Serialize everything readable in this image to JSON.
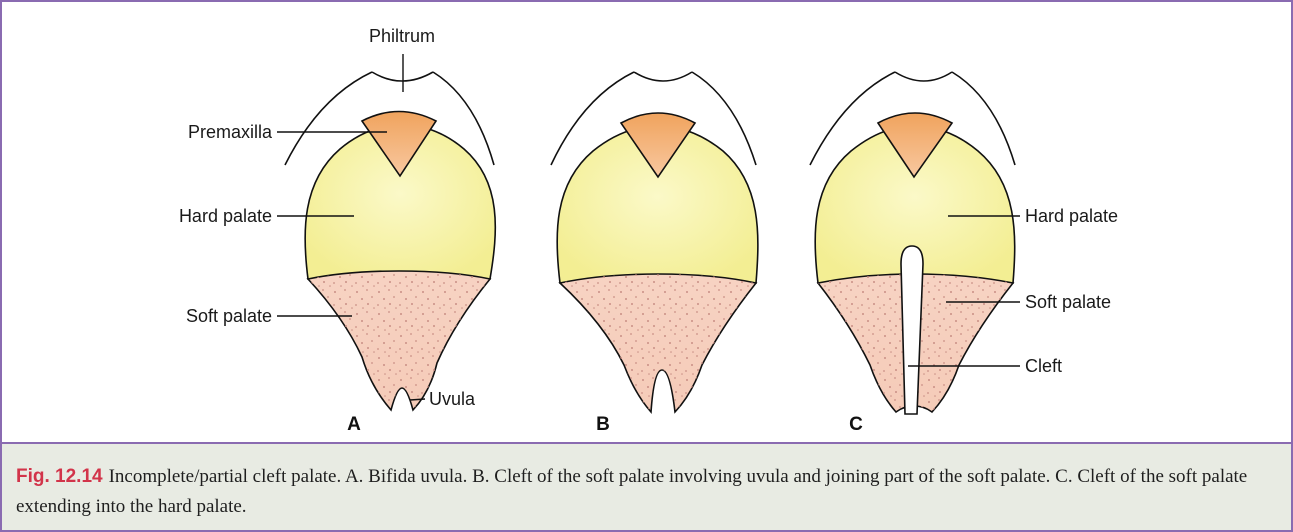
{
  "labels": {
    "philtrum": "Philtrum",
    "premaxilla": "Premaxilla",
    "hard_palate_left": "Hard palate",
    "soft_palate_left": "Soft palate",
    "uvula": "Uvula",
    "hard_palate_right": "Hard palate",
    "soft_palate_right": "Soft palate",
    "cleft": "Cleft"
  },
  "panels": [
    "A",
    "B",
    "C"
  ],
  "caption": {
    "figure_number": "Fig. 12.14",
    "text": "Incomplete/partial cleft palate. A. Bifida uvula. B. Cleft of the soft palate involving uvula and joining part of the soft palate. C. Cleft of the soft palate extending into the hard palate."
  },
  "colors": {
    "border": "#8a6bb1",
    "caption_background": "#e8ebe3",
    "figure_number": "#d2344a",
    "hard_palate": "#f7f3a6",
    "premaxilla": "#f2a766",
    "soft_palate": "#f6d5c6"
  }
}
